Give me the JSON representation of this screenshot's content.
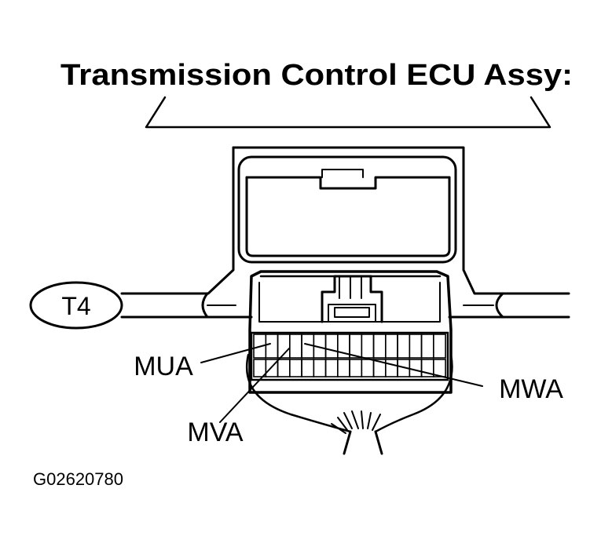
{
  "title": "Transmission Control ECU Assy:",
  "connector_label": "T4",
  "terminals": {
    "mua": "MUA",
    "mva": "MVA",
    "mwa": "MWA"
  },
  "figure_code": "G02620780",
  "colors": {
    "ink": "#000000",
    "background": "#ffffff"
  }
}
